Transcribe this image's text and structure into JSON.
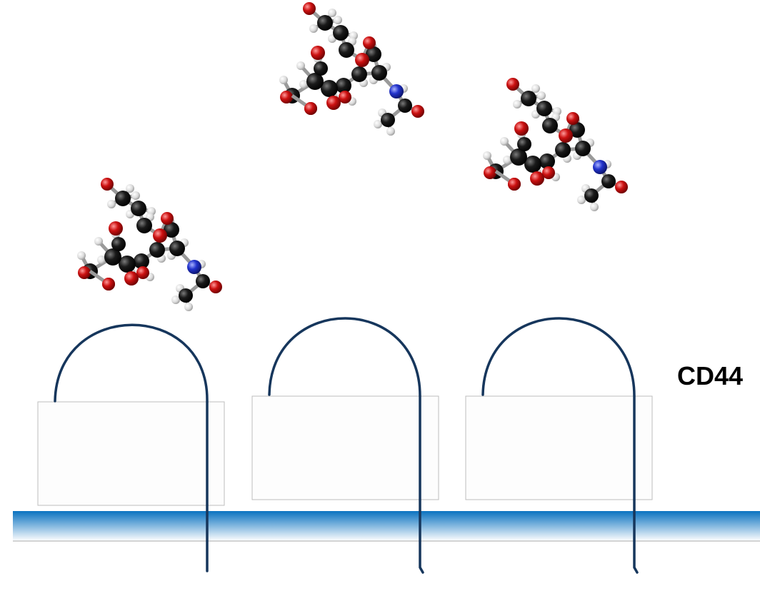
{
  "receptor_label": "CD44",
  "colors": {
    "receptor_strand": "#16365c",
    "membrane_top": "#0a72c0",
    "membrane_bottom": "#ffffff",
    "carbon_atom": "#1a1a1a",
    "oxygen_atom": "#cc1111",
    "nitrogen_atom": "#2233cc",
    "hydrogen_atom": "#e8e8e8"
  },
  "icons": {
    "molecule": "sialic-acid-ball-and-stick-icon"
  },
  "molecule_count": 3,
  "receptor_count": 3
}
